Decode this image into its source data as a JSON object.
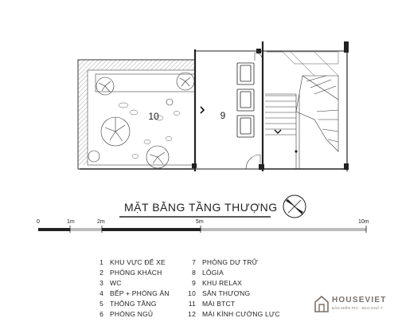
{
  "plan": {
    "title": "MẶT BẰNG TẦNG THƯỢNG",
    "room_labels": {
      "terrace": "10",
      "relax": "9"
    },
    "scale_labels": {
      "zero": "0",
      "one": "1m",
      "two": "2m",
      "five": "5m",
      "ten": "10m"
    }
  },
  "legend": {
    "left": [
      {
        "num": "1",
        "label": "KHU VỰC ĐỂ XE"
      },
      {
        "num": "2",
        "label": "PHÒNG KHÁCH"
      },
      {
        "num": "3",
        "label": "WC"
      },
      {
        "num": "4",
        "label": "BẾP + PHÒNG ĂN"
      },
      {
        "num": "5",
        "label": "THÔNG TẦNG"
      },
      {
        "num": "6",
        "label": "PHÒNG NGỦ"
      }
    ],
    "right": [
      {
        "num": "7",
        "label": "PHÒNG DỰ TRỮ"
      },
      {
        "num": "8",
        "label": "LÔGIA"
      },
      {
        "num": "9",
        "label": "KHU RELAX"
      },
      {
        "num": "10",
        "label": "SÂN THƯỢNG"
      },
      {
        "num": "11",
        "label": "MÁI BTCT"
      },
      {
        "num": "12",
        "label": "MÁI KÍNH CƯỜNG LỰC"
      }
    ]
  },
  "logo": {
    "brand": "HOUSEVIET",
    "tagline": "BẢN MIỀN PHÍ · MUA NHẤ Ý"
  },
  "colors": {
    "line": "#222222",
    "hatch": "#555555",
    "logo": "#7a6f69"
  }
}
